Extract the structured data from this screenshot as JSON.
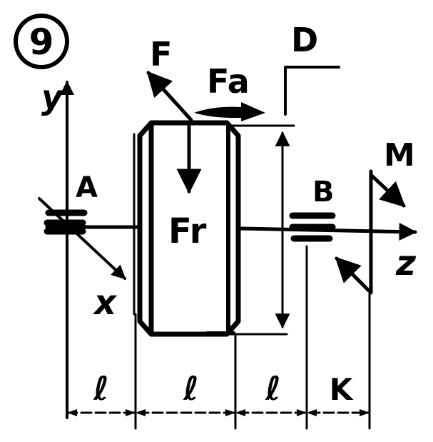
{
  "diagram": {
    "problem_number": "9",
    "labels": {
      "force": "F",
      "axial_force": "Fa",
      "radial_force": "Fr",
      "dimension_point": "D",
      "moment": "M",
      "support_a": "A",
      "support_b": "B",
      "axis_y": "y",
      "axis_x": "x",
      "axis_z": "z"
    },
    "dimensions": [
      "ℓ",
      "ℓ",
      "ℓ",
      "K"
    ]
  }
}
